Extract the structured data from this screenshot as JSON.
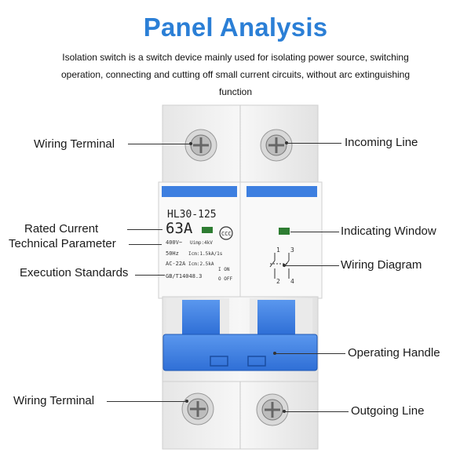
{
  "title": "Panel Analysis",
  "description": "Isolation switch is a switch device mainly used for isolating power source, switching operation, connecting and cutting off small current circuits, without arc extinguishing function",
  "labels": {
    "wiring_terminal_top": "Wiring Terminal",
    "incoming_line": "Incoming Line",
    "rated_current": "Rated Current",
    "technical_parameter": "Technical Parameter",
    "execution_standards": "Execution Standards",
    "indicating_window": "Indicating Window",
    "wiring_diagram": "Wiring Diagram",
    "operating_handle": "Operating Handle",
    "wiring_terminal_bottom": "Wiring Terminal",
    "outgoing_line": "Outgoing Line"
  },
  "device": {
    "model": "HL30-125",
    "current": "63A",
    "spec_voltage": "400V~",
    "spec_uimp": "Uimp:4kV",
    "spec_freq": "50Hz",
    "spec_icm": "Icm:1.5kA/1s",
    "spec_ac": "AC-22A",
    "spec_icw": "Icm:2.5kA",
    "standard": "GB/T14048.3",
    "on_label": "I ON",
    "off_label": "O OFF",
    "diagram_top": [
      "1",
      "3"
    ],
    "diagram_bottom": [
      "2",
      "4"
    ]
  },
  "colors": {
    "title": "#2b7fd6",
    "accent_blue": "#3d7fe0",
    "indicator": "#2e7d32"
  }
}
